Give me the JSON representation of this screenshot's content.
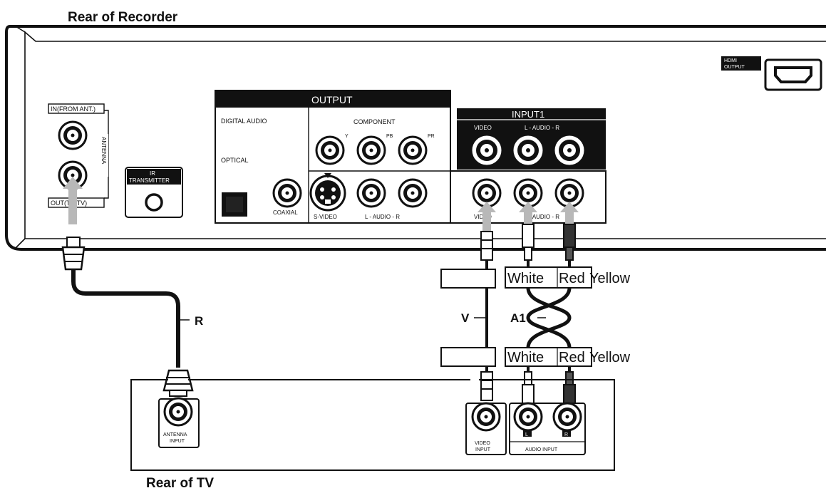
{
  "titles": {
    "recorder": "Rear of Recorder",
    "tv": "Rear of TV"
  },
  "recorder": {
    "hdmi_label_1": "HDMI",
    "hdmi_label_2": "OUTPUT",
    "antenna_in": "IN(FROM ANT.)",
    "antenna_side": "ANTENNA",
    "antenna_out": "OUT(TO TV)",
    "ir_label_1": "IR",
    "ir_label_2": "TRANSMITTER",
    "output_header": "OUTPUT",
    "digital_audio": "DIGITAL AUDIO",
    "optical": "OPTICAL",
    "coaxial": "COAXIAL",
    "component": "COMPONENT",
    "comp_y": "Y",
    "comp_pb": "PB",
    "comp_pr": "PR",
    "svideo": "S-VIDEO",
    "out_audio": "L - AUDIO - R",
    "input1_header": "INPUT1",
    "input1_video": "VIDEO",
    "input1_audio": "L - AUDIO - R",
    "lower_video": "VIDEO",
    "lower_audio": "L - AUDIO - R"
  },
  "cables": {
    "r_label": "R",
    "v_label": "V",
    "a1_label": "A1",
    "top_white": "White",
    "top_red": "Red",
    "top_yellow": "Yellow",
    "bottom_white": "White",
    "bottom_red": "Red",
    "bottom_yellow": "Yellow"
  },
  "tv": {
    "antenna_input_1": "ANTENNA",
    "antenna_input_2": "INPUT",
    "video_input_1": "VIDEO",
    "video_input_2": "INPUT",
    "audio_l": "L",
    "audio_r": "R",
    "audio_input": "AUDIO INPUT"
  },
  "colors": {
    "ink": "#111111",
    "arrow": "#b8b8b8",
    "panel_dark": "#111111"
  }
}
